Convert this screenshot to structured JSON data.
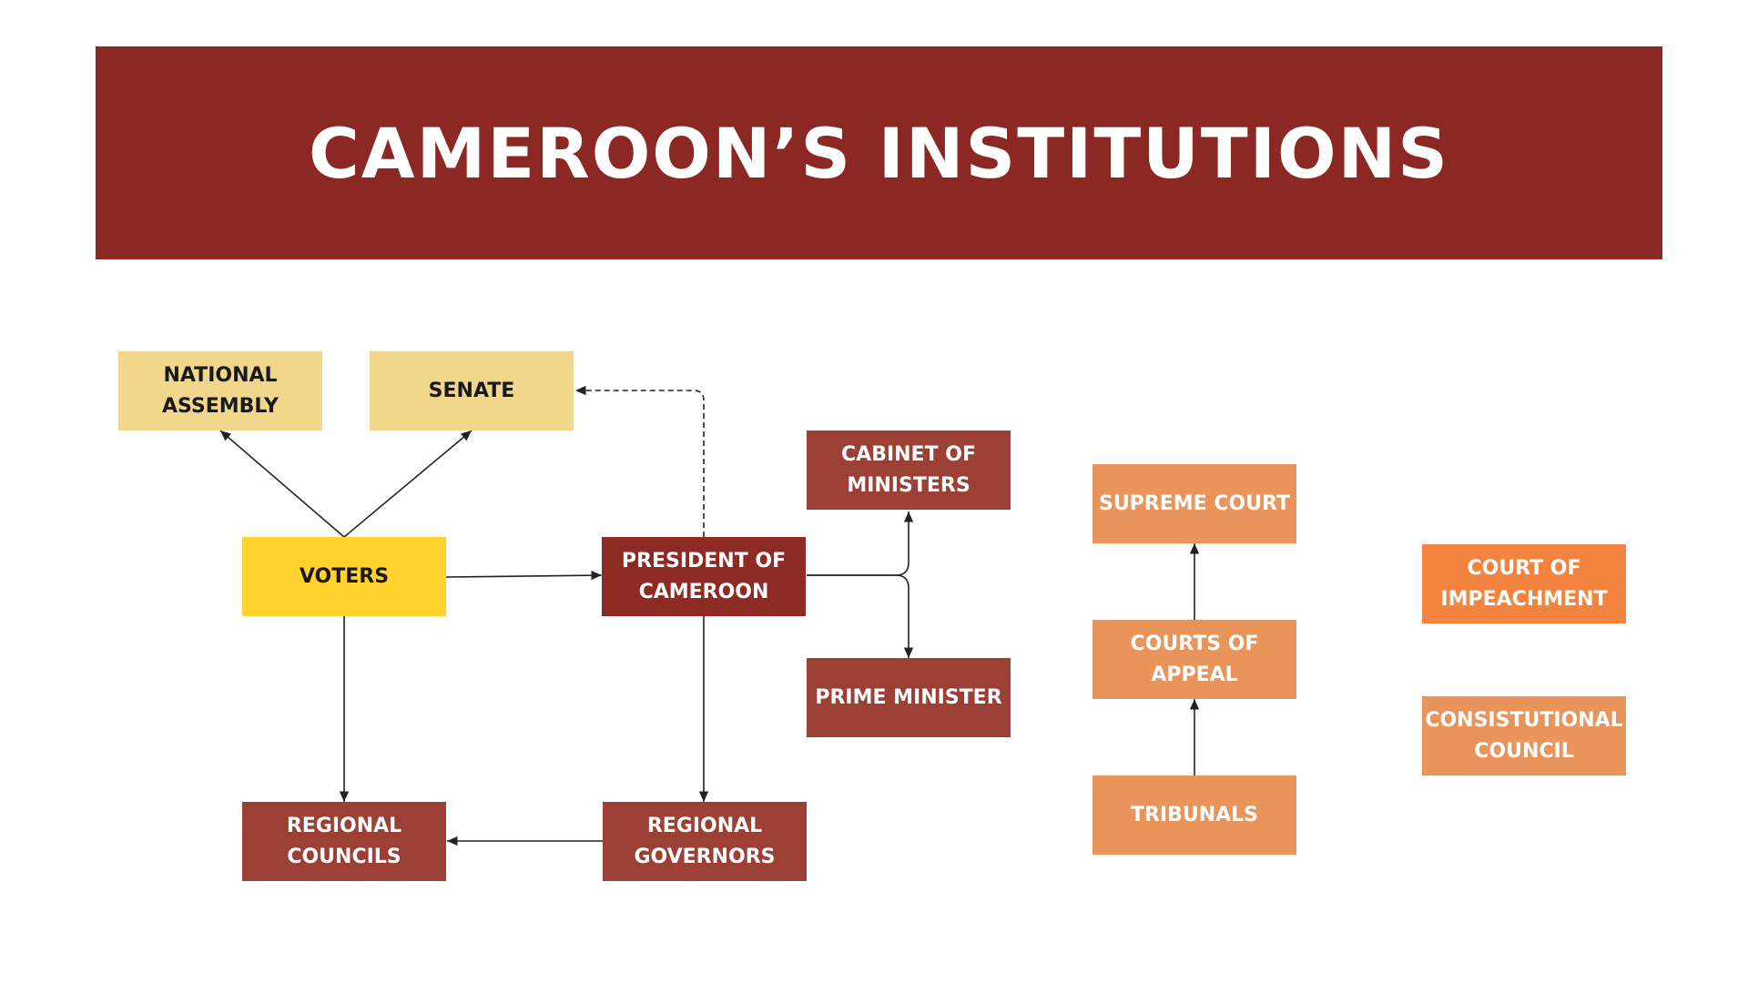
{
  "title": "CAMEROON’S INSTITUTIONS",
  "colors": {
    "banner": "#8b2823",
    "legislature": "#f0d78c",
    "voters": "#ffd22e",
    "president": "#8e2a24",
    "executive": "#9c4035",
    "judiciary": "#e8945b",
    "impeachment": "#f2843f",
    "dark_text": "#1a1a1a",
    "light_text": "#ffffff",
    "line": "#222222"
  },
  "nodes": {
    "national_assembly": {
      "label": "NATIONAL ASSEMBLY"
    },
    "senate": {
      "label": "SENATE"
    },
    "voters": {
      "label": "VOTERS"
    },
    "president": {
      "label": "PRESIDENT OF CAMEROON"
    },
    "cabinet": {
      "label": "CABINET OF MINISTERS"
    },
    "prime_minister": {
      "label": "PRIME MINISTER"
    },
    "regional_councils": {
      "label": "REGIONAL COUNCILS"
    },
    "regional_governors": {
      "label": "REGIONAL GOVERNORS"
    },
    "supreme_court": {
      "label": "SUPREME COURT"
    },
    "courts_of_appeal": {
      "label": "COURTS OF APPEAL"
    },
    "tribunals": {
      "label": "TRIBUNALS"
    },
    "court_of_impeachment": {
      "label": "COURT OF IMPEACHMENT"
    },
    "constitutional_council": {
      "label": "CONSISTUTIONAL COUNCIL"
    }
  }
}
